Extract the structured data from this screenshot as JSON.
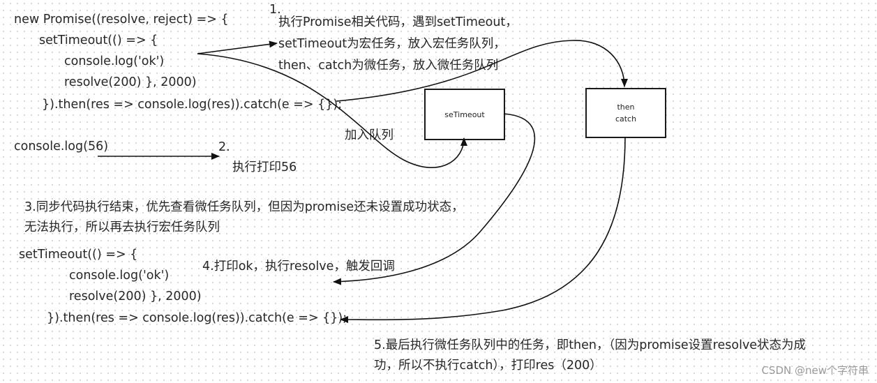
{
  "code1": {
    "line1": "new Promise((resolve, reject) => {",
    "line2": "setTimeout(() => {",
    "line3": "console.log('ok')",
    "line4": "resolve(200) }, 2000)",
    "line5": "}).then(res => console.log(res)).catch(e => {});"
  },
  "step1": {
    "num": "1.",
    "line1": "执行Promise相关代码，遇到setTimeout，",
    "line2": "setTimeout为宏任务，放入宏任务队列，",
    "line3": "then、catch为微任务，放入微任务队列"
  },
  "boxes": {
    "settimeout": "seTimeout",
    "then": "then",
    "catch": "catch"
  },
  "enqueue_label": "加入队列",
  "code2": "console.log(56)",
  "step2": {
    "num": "2.",
    "text": "执行打印56"
  },
  "step3": {
    "line1": "3.同步代码执行结束，优先查看微任务队列，但因为promise还未设置成功状态，",
    "line2": "无法执行，所以再去执行宏任务队列"
  },
  "code3": {
    "line1": "setTimeout(() => {",
    "line2": "console.log('ok')",
    "line3": "resolve(200) }, 2000)",
    "line4": "}).then(res => console.log(res)).catch(e => {});"
  },
  "step4": "4.打印ok，执行resolve，触发回调",
  "step5": {
    "line1": "5.最后执行微任务队列中的任务，即then，（因为promise设置resolve状态为成",
    "line2": "功，所以不执行catch），打印res（200）"
  },
  "watermark": "CSDN @new个字符串"
}
